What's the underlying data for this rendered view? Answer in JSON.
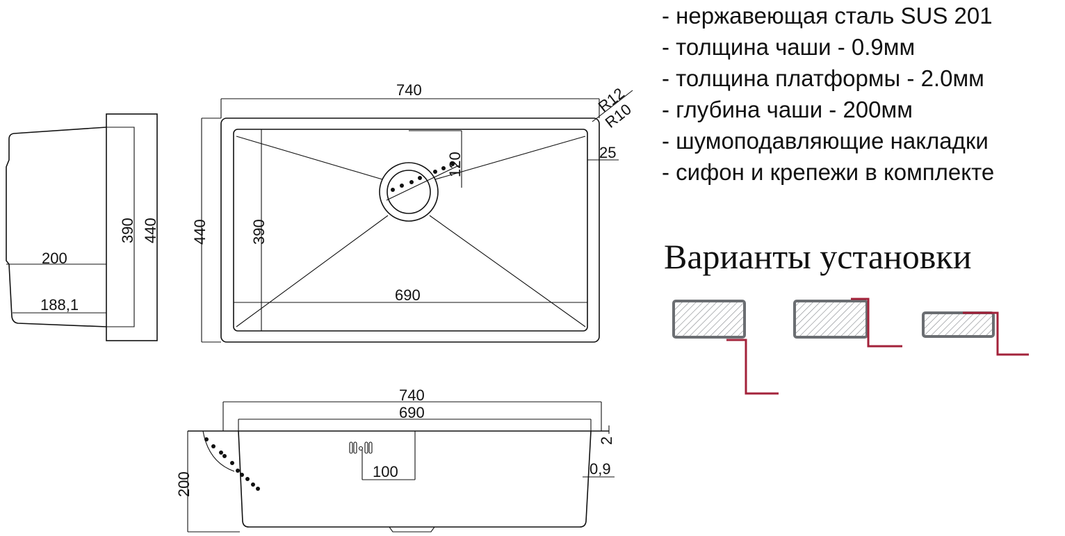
{
  "specs": [
    "- нержавеющая сталь SUS 201",
    "- толщина чаши - 0.9мм",
    "- толщина платформы - 2.0мм",
    "- глубина чаши - 200мм",
    "- шумоподавляющие накладки",
    "- сифон и крепежи в комплекте"
  ],
  "install_title": "Варианты установки",
  "install_variants": [
    "undermount",
    "flush-mount",
    "overmount"
  ],
  "colors": {
    "line": "#111111",
    "counter": "#6b6e72",
    "sink_edge": "#a3223a"
  },
  "side_view": {
    "d390": "390",
    "d440": "440",
    "d200": "200",
    "d188": "188,1"
  },
  "top_view": {
    "d740": "740",
    "d440": "440",
    "d390": "390",
    "d690": "690",
    "d120": "120",
    "d25": "25",
    "r12": "R12",
    "r10": "R10"
  },
  "front_view": {
    "d740": "740",
    "d690": "690",
    "d200": "200",
    "d100": "100",
    "d2": "2",
    "d09": "0,9"
  }
}
